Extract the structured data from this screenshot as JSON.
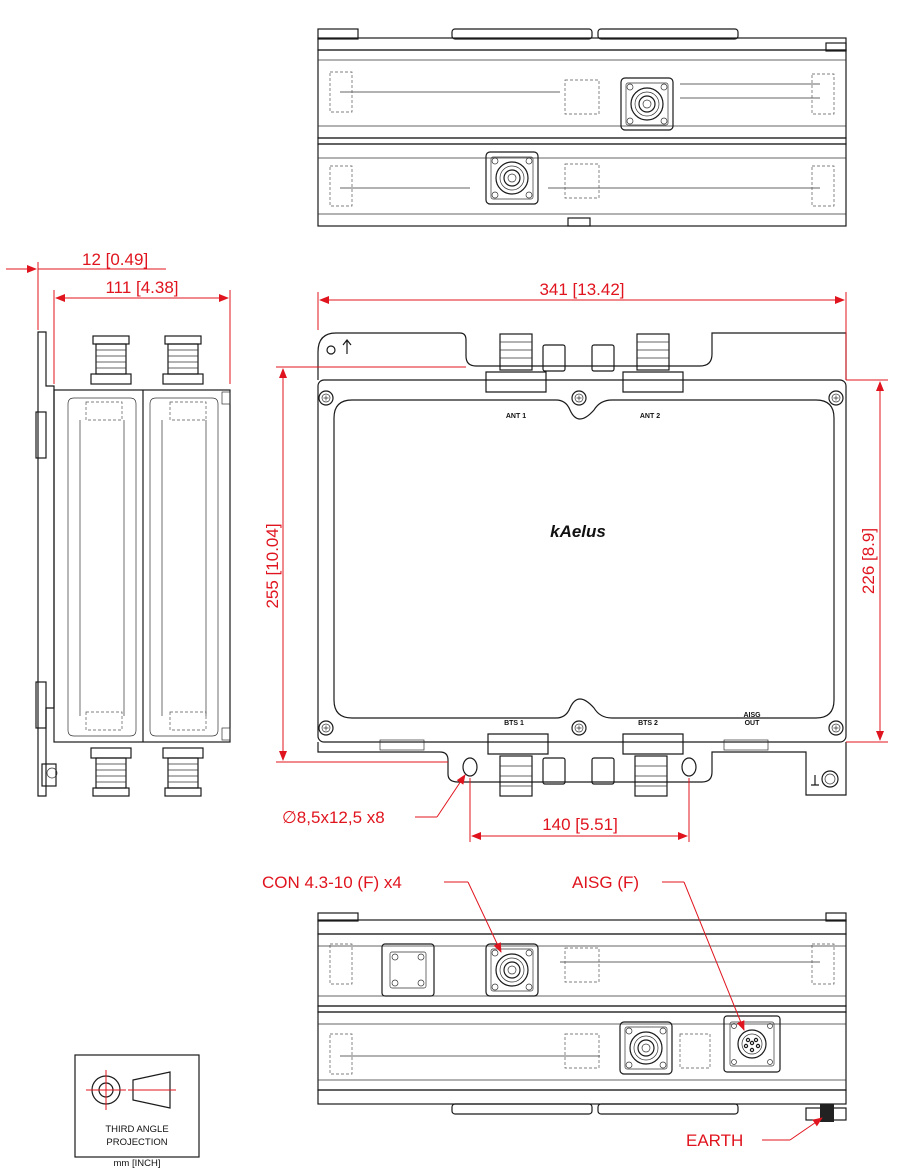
{
  "dimensions": {
    "left_offset": "12 [0.49]",
    "side_depth": "111 [4.38]",
    "overall_width": "341 [13.42]",
    "overall_height": "255 [10.04]",
    "body_height": "226 [8.9]",
    "hole_spacing": "140 [5.51]"
  },
  "callouts": {
    "mounting_holes": "∅8,5x12,5 x8",
    "connectors": "CON 4.3-10 (F) x4",
    "aisg": "AISG (F)",
    "earth": "EARTH"
  },
  "ports": {
    "ant1": "ANT 1",
    "ant2": "ANT 2",
    "bts1": "BTS 1",
    "bts2": "BTS 2",
    "aisg_out_line1": "AISG",
    "aisg_out_line2": "OUT"
  },
  "brand": "kAelus",
  "projection": {
    "line1": "THIRD ANGLE",
    "line2": "PROJECTION",
    "units": "mm [INCH]"
  },
  "colors": {
    "dimension": "#e0141e",
    "linework": "#1a1a1a"
  }
}
